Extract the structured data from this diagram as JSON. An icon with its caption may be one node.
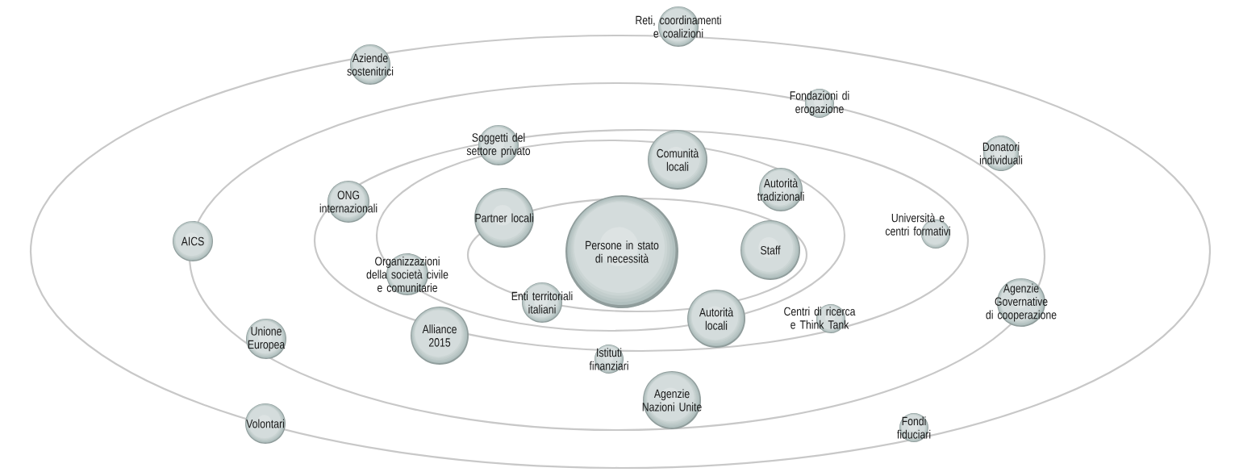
{
  "diagram": {
    "nodes": [
      {
        "text": [
          "Reti, coordinamenti e coalizioni"
        ]
      },
      {
        "text": [
          "Aziende sostenitrici"
        ]
      },
      {
        "text": [
          "Fondazioni di erogazione"
        ]
      },
      {
        "text": [
          "Soggetti del settore privato"
        ]
      },
      {
        "text": [
          "Donatori individuali"
        ]
      },
      {
        "text": [
          "Comunità locali"
        ]
      },
      {
        "text": [
          "Autorità tradizionali"
        ]
      },
      {
        "text": [
          "ONG internazionali"
        ]
      },
      {
        "text": [
          "Partner locali"
        ]
      },
      {
        "text": [
          "Università e centri formativi"
        ]
      },
      {
        "text": [
          "AICS"
        ]
      },
      {
        "text": [
          "Persone in stato di necessità"
        ]
      },
      {
        "text": [
          "Staff"
        ]
      },
      {
        "text": [
          "Organizzazioni della società civile e comunitarie"
        ]
      },
      {
        "text": [
          "Agenzie Governative di cooperazione"
        ]
      },
      {
        "text": [
          "Enti territoriali italiani"
        ]
      },
      {
        "text": [
          "Autorità locali"
        ]
      },
      {
        "text": [
          "Centri di ricerca e Think Tank"
        ]
      },
      {
        "text": [
          "Alliance 2015"
        ]
      },
      {
        "text": [
          "Unione Europea"
        ]
      },
      {
        "text": [
          "Istituti finanziari"
        ]
      },
      {
        "text": [
          "Agenzie Nazioni Unite"
        ]
      },
      {
        "text": [
          "Volontari"
        ]
      },
      {
        "text": [
          "Fondi fiduciari"
        ]
      }
    ]
  }
}
